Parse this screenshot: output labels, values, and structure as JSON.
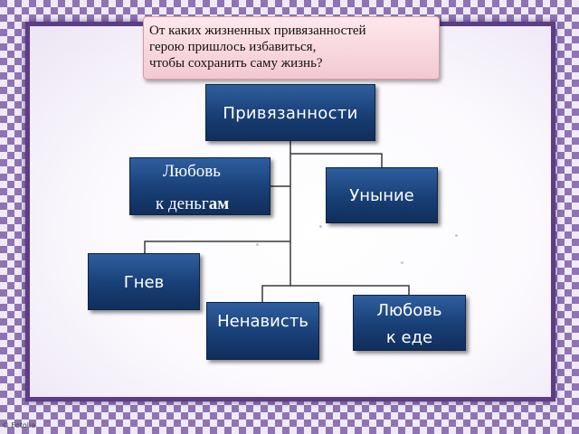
{
  "question": {
    "lines": [
      "От каких жизненных привязанностей",
      "герою пришлось избавиться,",
      "чтобы сохранить саму жизнь?"
    ]
  },
  "diagram": {
    "root": "Привязанности",
    "money": {
      "line1": "Любовь",
      "line2_prefix": "к деньг",
      "line2_bold": "ам"
    },
    "sadness": "Уныние",
    "anger": "Гнев",
    "hatred": "Ненависть",
    "food": {
      "line1": "Любовь",
      "line2": "к еде"
    }
  },
  "watermark": "© Fotolia",
  "colors": {
    "frame": "#8e74b4",
    "box": "#183f76",
    "question_bg": "#f6d3da"
  }
}
